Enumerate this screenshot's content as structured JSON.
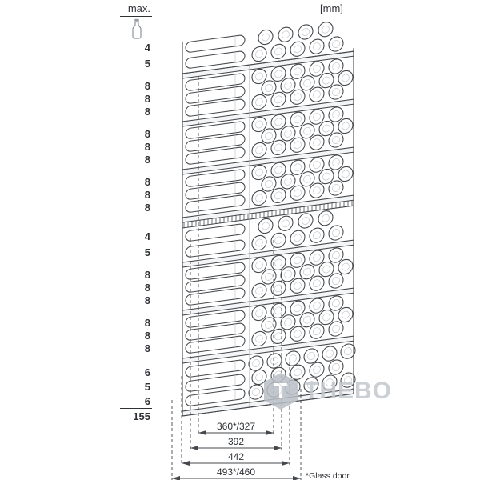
{
  "header": {
    "max_label": "max.",
    "unit_label": "[mm]"
  },
  "capacity_column": {
    "values": [
      4,
      5,
      8,
      8,
      8,
      8,
      8,
      8,
      8,
      8,
      8,
      4,
      5,
      8,
      8,
      8,
      8,
      8,
      8,
      6,
      5,
      6
    ],
    "total": 155
  },
  "dimensions": {
    "labels": [
      "360*/327",
      "392",
      "442",
      "493*/460"
    ],
    "footnote": "*Glass door"
  },
  "watermark": {
    "icon_letter": "T",
    "text": "THEBO"
  },
  "colors": {
    "line": "#45484c",
    "shelf_fill": "#f4f5f6",
    "watermark": "#c3c8ce"
  }
}
